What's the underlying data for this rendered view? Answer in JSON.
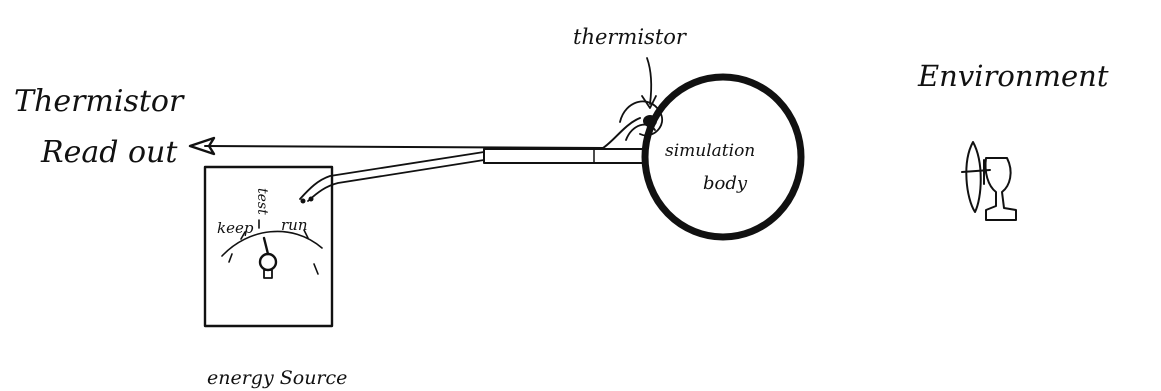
{
  "labels": {
    "thermistor_top": "thermistor",
    "readout_line1": "Thermistor",
    "readout_line2": "Read out",
    "body_line1": "simulation",
    "body_line2": "body",
    "environment": "Environment",
    "energy_source": "energy Source",
    "switch_test": "test",
    "switch_keep": "keep",
    "switch_run": "run"
  },
  "colors": {
    "ink": "#111111",
    "background": "#ffffff"
  },
  "icons": {
    "environment": "fan-icon",
    "selector": "selector-knob-icon"
  }
}
